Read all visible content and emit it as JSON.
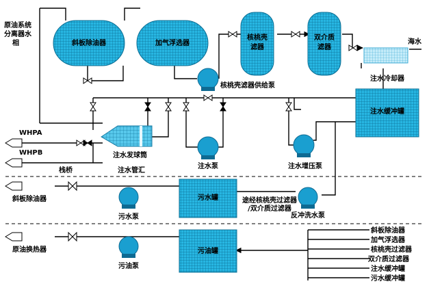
{
  "labels": {
    "source_line1": "原油系统",
    "source_line2": "分离器水",
    "source_line3": "相",
    "skim_tank": "斜板除油器",
    "flotation": "加气浮选器",
    "walnut_line1": "核桃壳",
    "walnut_line2": "滤器",
    "dual_line1": "双介质",
    "dual_line2": "滤器",
    "seawater": "海水",
    "walnut_pump": "核桃壳滤器供给泵",
    "cooler": "注水冷却器",
    "buffer_tank": "注水缓冲罐",
    "whpa": "WHPA",
    "whpb": "WHPB",
    "deaerator": "注水发球筒",
    "bridge": "栈桥",
    "manifold": "注水管汇",
    "inj_pump": "注水泵",
    "booster_pump": "注水增压泵",
    "out_skim": "斜板除油器",
    "sewage_pump": "污水泵",
    "sewage_tank": "污水罐",
    "via_line1": "途经核桃壳过滤器",
    "via_line2": "/双介质过滤器",
    "backwash_pump": "反冲洗水泵",
    "crude_hx": "原油换热器",
    "oil_tank": "污油罐",
    "oil_pump": "污油泵",
    "sources": [
      "斜板除油器",
      "加气浮选器",
      "核桃壳过滤器",
      "双介质过滤器",
      "注水缓冲罐",
      "污水缓冲罐"
    ]
  },
  "colors": {
    "vessel_fill": "#1fb8e6",
    "vessel_light": "#bfe9f8",
    "grid_line": "#0a6d93",
    "pump_fill": "#1a9fd0",
    "pump_dark": "#0e6a92"
  }
}
